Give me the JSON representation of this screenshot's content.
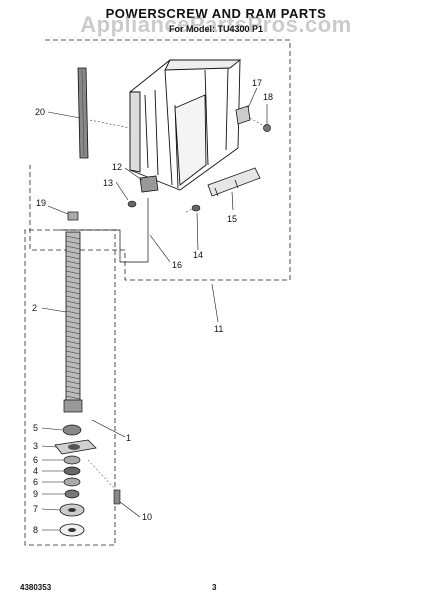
{
  "header": {
    "title": "POWERSCREW AND RAM PARTS",
    "model": "For Model: TU4300 P1",
    "watermark": "AppliancePartsPros.com"
  },
  "callouts": [
    "20",
    "17",
    "18",
    "12",
    "13",
    "19",
    "15",
    "16",
    "14",
    "11",
    "2",
    "1",
    "5",
    "3",
    "6",
    "4",
    "6",
    "9",
    "7",
    "10",
    "8"
  ],
  "footer": {
    "part_number": "4380353",
    "page_number": "3"
  }
}
